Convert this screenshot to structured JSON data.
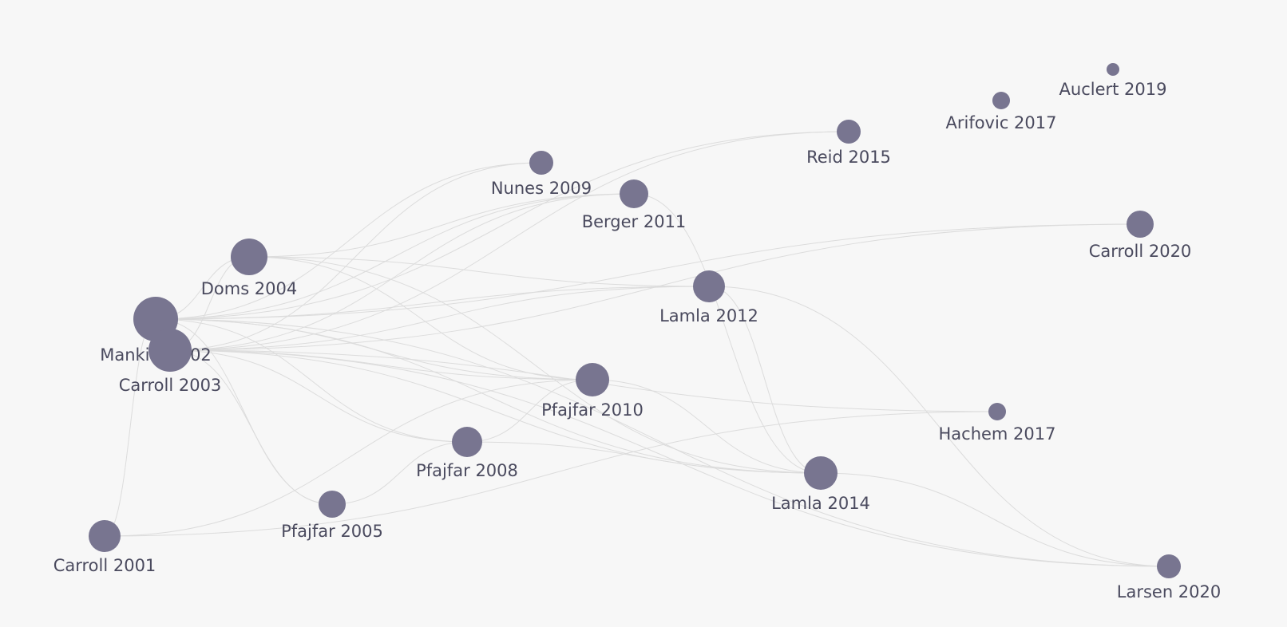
{
  "graph": {
    "node_color": "#787590",
    "edge_color": "#dcdcdc",
    "background": "#f7f7f7",
    "nodes": [
      {
        "id": "carroll2001",
        "label": "Carroll 2001"
      },
      {
        "id": "mankiw2002",
        "label": "Mankiw 2002"
      },
      {
        "id": "carroll2003",
        "label": "Carroll 2003"
      },
      {
        "id": "doms2004",
        "label": "Doms 2004"
      },
      {
        "id": "pfajfar2005",
        "label": "Pfajfar 2005"
      },
      {
        "id": "pfajfar2008",
        "label": "Pfajfar 2008"
      },
      {
        "id": "nunes2009",
        "label": "Nunes 2009"
      },
      {
        "id": "pfajfar2010",
        "label": "Pfajfar 2010"
      },
      {
        "id": "berger2011",
        "label": "Berger 2011"
      },
      {
        "id": "lamla2012",
        "label": "Lamla 2012"
      },
      {
        "id": "lamla2014",
        "label": "Lamla 2014"
      },
      {
        "id": "reid2015",
        "label": "Reid 2015"
      },
      {
        "id": "arifovic2017",
        "label": "Arifovic 2017"
      },
      {
        "id": "hachem2017",
        "label": "Hachem 2017"
      },
      {
        "id": "auclert2019",
        "label": "Auclert 2019"
      },
      {
        "id": "carroll2020",
        "label": "Carroll 2020"
      },
      {
        "id": "larsen2020",
        "label": "Larsen 2020"
      }
    ],
    "edges": [
      [
        "mankiw2002",
        "carroll2003"
      ],
      [
        "mankiw2002",
        "doms2004"
      ],
      [
        "mankiw2002",
        "nunes2009"
      ],
      [
        "mankiw2002",
        "berger2011"
      ],
      [
        "mankiw2002",
        "lamla2012"
      ],
      [
        "mankiw2002",
        "pfajfar2010"
      ],
      [
        "mankiw2002",
        "pfajfar2008"
      ],
      [
        "mankiw2002",
        "lamla2014"
      ],
      [
        "mankiw2002",
        "reid2015"
      ],
      [
        "mankiw2002",
        "carroll2020"
      ],
      [
        "mankiw2002",
        "larsen2020"
      ],
      [
        "mankiw2002",
        "pfajfar2005"
      ],
      [
        "carroll2003",
        "doms2004"
      ],
      [
        "carroll2003",
        "nunes2009"
      ],
      [
        "carroll2003",
        "berger2011"
      ],
      [
        "carroll2003",
        "lamla2012"
      ],
      [
        "carroll2003",
        "pfajfar2010"
      ],
      [
        "carroll2003",
        "pfajfar2008"
      ],
      [
        "carroll2003",
        "lamla2014"
      ],
      [
        "carroll2003",
        "reid2015"
      ],
      [
        "carroll2003",
        "carroll2020"
      ],
      [
        "carroll2003",
        "larsen2020"
      ],
      [
        "carroll2003",
        "pfajfar2005"
      ],
      [
        "carroll2003",
        "hachem2017"
      ],
      [
        "carroll2001",
        "mankiw2002"
      ],
      [
        "carroll2001",
        "pfajfar2010"
      ],
      [
        "carroll2001",
        "hachem2017"
      ],
      [
        "doms2004",
        "lamla2012"
      ],
      [
        "doms2004",
        "lamla2014"
      ],
      [
        "doms2004",
        "pfajfar2010"
      ],
      [
        "doms2004",
        "berger2011"
      ],
      [
        "pfajfar2005",
        "pfajfar2008"
      ],
      [
        "pfajfar2008",
        "pfajfar2010"
      ],
      [
        "pfajfar2008",
        "lamla2014"
      ],
      [
        "pfajfar2010",
        "lamla2014"
      ],
      [
        "berger2011",
        "lamla2014"
      ],
      [
        "lamla2012",
        "lamla2014"
      ],
      [
        "lamla2014",
        "larsen2020"
      ],
      [
        "lamla2012",
        "larsen2020"
      ]
    ]
  }
}
